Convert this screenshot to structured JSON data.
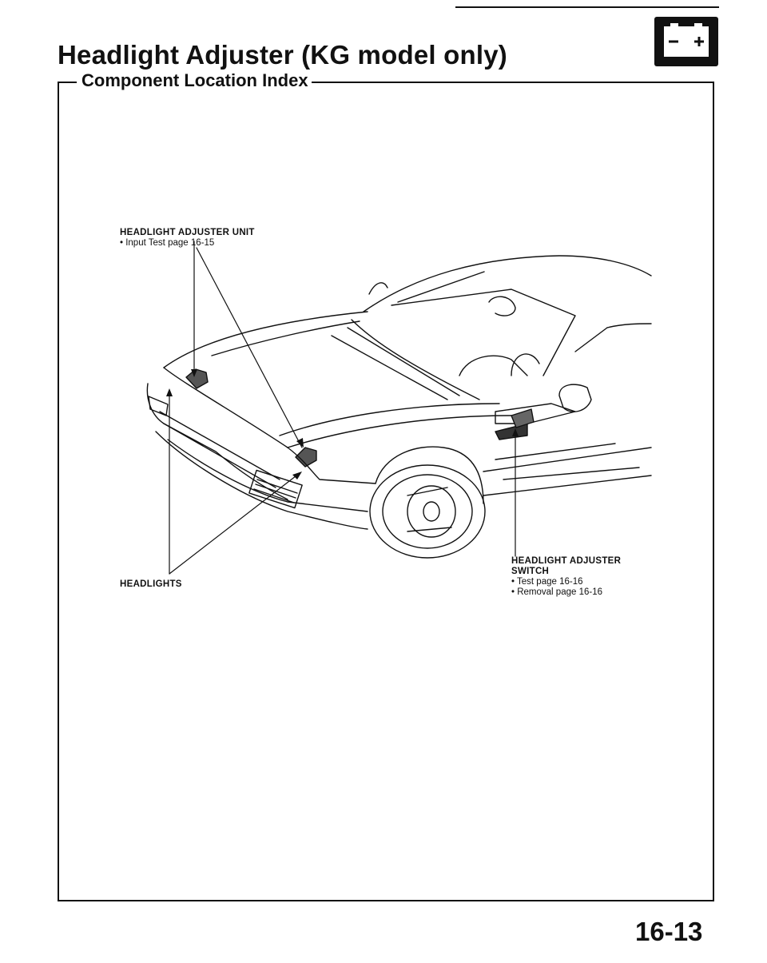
{
  "page": {
    "title": "Headlight Adjuster (KG model only)",
    "section": "Component Location Index",
    "page_number": "16-13"
  },
  "icons": {
    "battery": "battery-icon"
  },
  "callouts": {
    "adjuster_unit": {
      "heading": "HEADLIGHT ADJUSTER UNIT",
      "notes": [
        "• Input Test page 16-15"
      ]
    },
    "adjuster_switch": {
      "heading_line1": "HEADLIGHT ADJUSTER",
      "heading_line2": "SWITCH",
      "notes": [
        "• Test page 16-16",
        "• Removal page 16-16"
      ]
    },
    "headlights": {
      "heading": "HEADLIGHTS"
    }
  }
}
